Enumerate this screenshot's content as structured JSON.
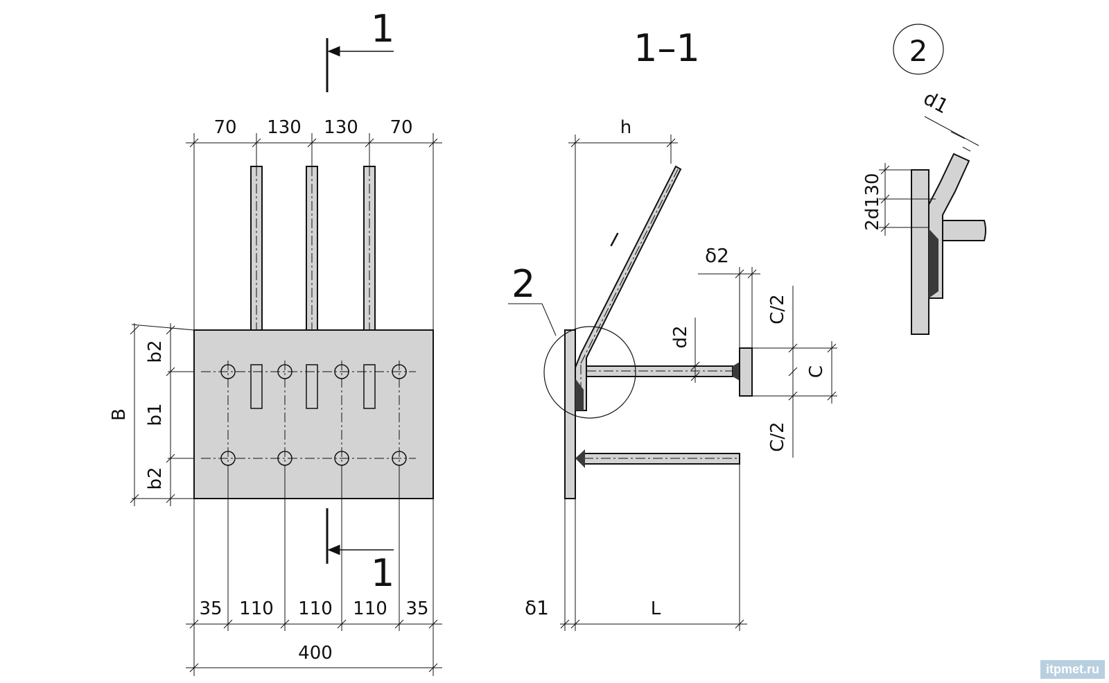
{
  "plan": {
    "cut_mark_top": "1",
    "cut_mark_bottom": "1",
    "top_dims": [
      "70",
      "130",
      "130",
      "70"
    ],
    "bottom_dims": [
      "35",
      "110",
      "110",
      "110",
      "35"
    ],
    "total": "400",
    "left_dims": {
      "b2_top": "b2",
      "b1": "b1",
      "b2_bottom": "b2",
      "B": "B"
    }
  },
  "section": {
    "title": "1–1",
    "h": "h",
    "l": "l",
    "callout": "2",
    "delta2": "δ2",
    "d2": "d2",
    "c_half_top": "C/2",
    "c": "C",
    "c_half_bottom": "C/2",
    "delta1": "δ1",
    "L": "L"
  },
  "detail": {
    "number": "2",
    "d1": "d1",
    "dim_30": "30",
    "dim_2d1": "2d1"
  },
  "watermark": "itpmet.ru",
  "colors": {
    "plate": "#d3d3d3",
    "weld": "#3a3a3a",
    "line": "#111111",
    "watermark_bg": "#b8cfe0"
  }
}
